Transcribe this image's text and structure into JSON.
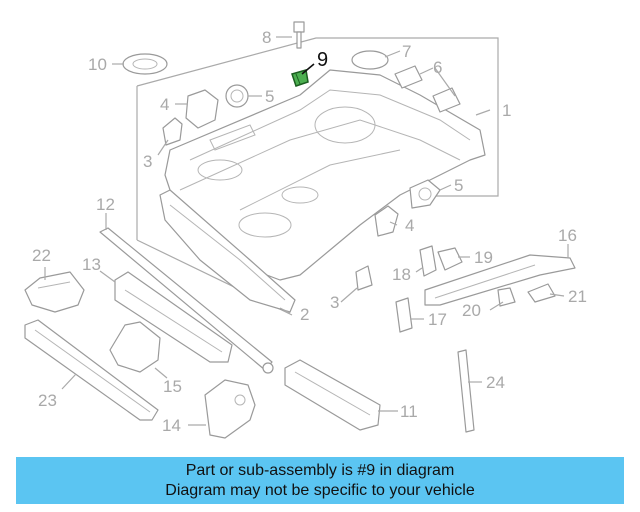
{
  "diagram": {
    "callouts": [
      "1",
      "2",
      "3",
      "3",
      "4",
      "4",
      "5",
      "5",
      "6",
      "7",
      "8",
      "9",
      "10",
      "11",
      "12",
      "13",
      "14",
      "15",
      "16",
      "17",
      "18",
      "19",
      "20",
      "21",
      "22",
      "23",
      "24"
    ],
    "highlighted_part": "9",
    "highlight_color": "#4caf50"
  },
  "banner": {
    "line1": "Part or sub-assembly is #9 in diagram",
    "line2": "Diagram may not be specific to your vehicle",
    "background": "#5bc5f2"
  }
}
